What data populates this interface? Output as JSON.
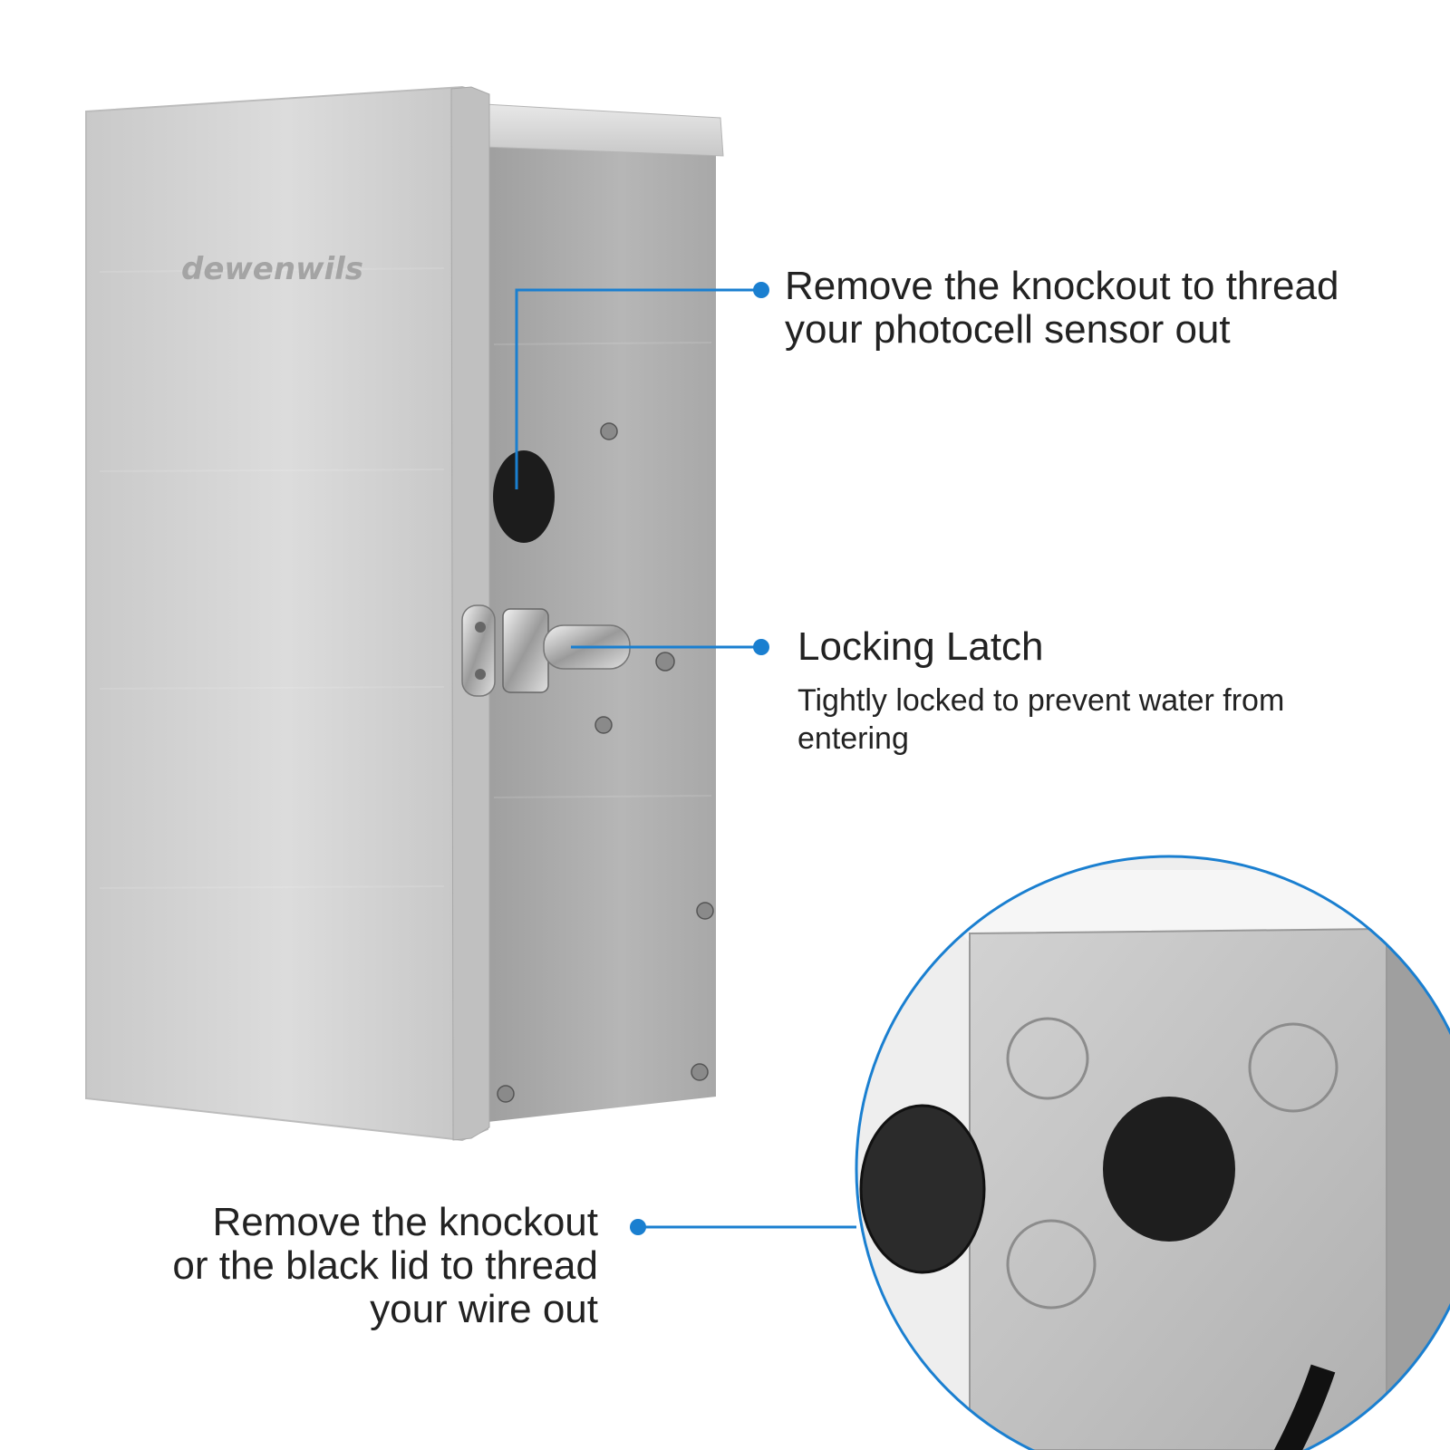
{
  "brand": {
    "logo_text": "dewenwils"
  },
  "callouts": {
    "knockout_photocell": {
      "lines": [
        "Remove the knockout to thread",
        "your photocell sensor out"
      ]
    },
    "locking_latch": {
      "title": "Locking Latch",
      "subtitle_lines": [
        "Tightly locked to prevent water from",
        "entering"
      ]
    },
    "knockout_wire": {
      "lines": [
        "Remove the knockout",
        "or the black lid to thread",
        "your wire out"
      ]
    }
  },
  "colors": {
    "accent": "#1a7fd0",
    "text": "#222222",
    "steel_light": "#d6d6d6",
    "steel_mid": "#bfbfbf",
    "steel_dark": "#9a9a9a",
    "rubber": "#1c1c1c"
  }
}
